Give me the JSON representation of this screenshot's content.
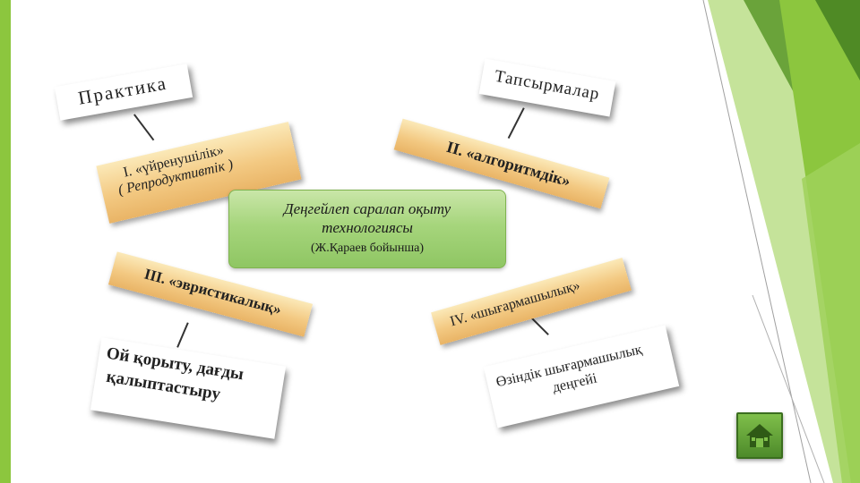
{
  "center": {
    "title_line1": "Деңгейлеп саралап оқыту",
    "title_line2": "технологиясы",
    "subtitle": "(Ж.Қараев бойынша)"
  },
  "notes": {
    "practice": "Практика",
    "tasks": "Тапсырмалар",
    "thinking_line1": "Ой қорыту, дағды",
    "thinking_line2": "қалыптастыру",
    "creativity_line1": "Өзіндік шығармашылық",
    "creativity_line2": "деңгейі"
  },
  "levels": {
    "level1_line1": "I. «үйренушілік»",
    "level1_line2": "( Репродуктивтік )",
    "level2": "II. «алгоритмдік»",
    "level3": "III. «эвристикалық»",
    "level4": "IV. «шығармашылық»"
  },
  "colors": {
    "accent_green": "#8cc63e",
    "center_green": "#a6d57c",
    "band_orange": "#f3c982"
  },
  "icons": {
    "home": "home-icon"
  }
}
